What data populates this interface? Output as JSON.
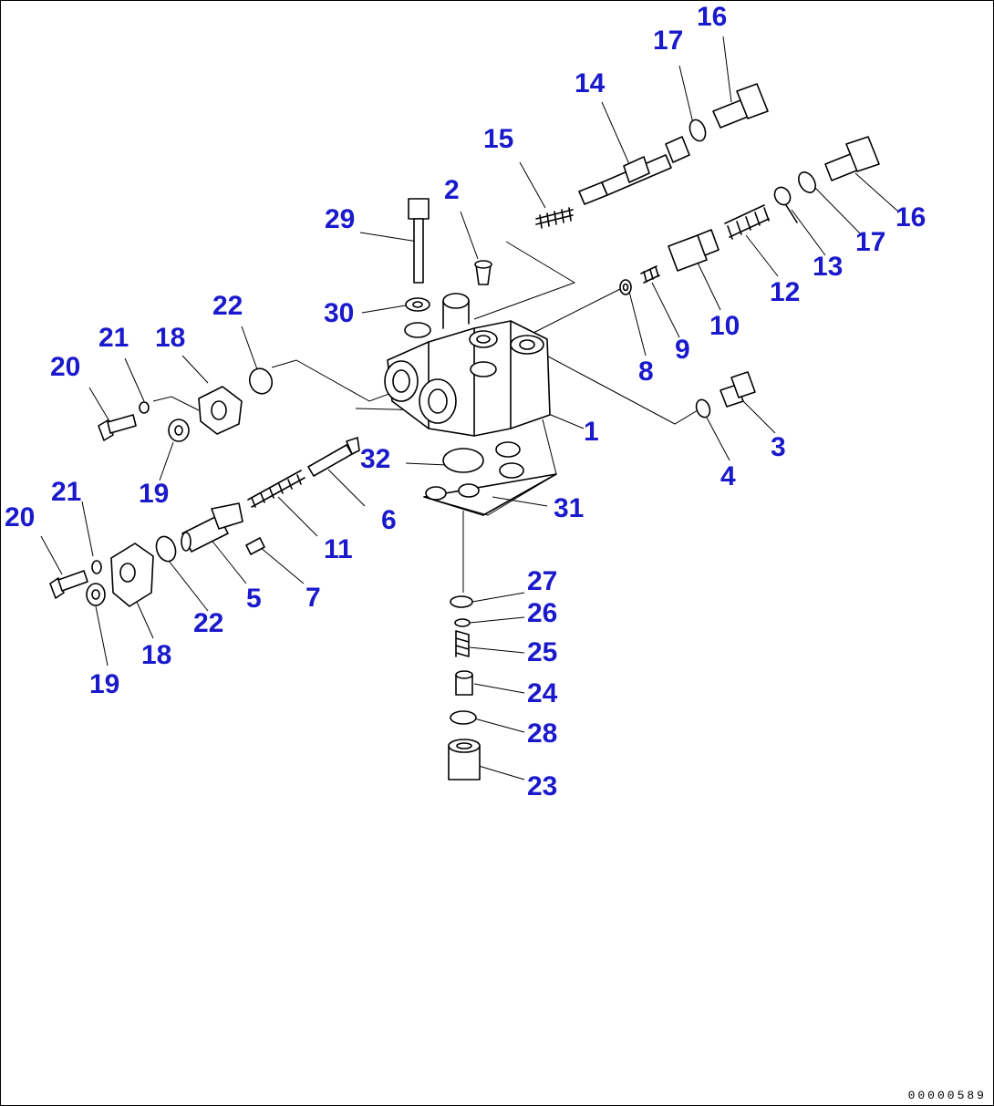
{
  "callouts": {
    "c1": "1",
    "c2": "2",
    "c3": "3",
    "c4": "4",
    "c5": "5",
    "c6": "6",
    "c7": "7",
    "c8": "8",
    "c9": "9",
    "c10": "10",
    "c11": "11",
    "c12": "12",
    "c13": "13",
    "c14": "14",
    "c15": "15",
    "c16a": "16",
    "c16b": "16",
    "c17a": "17",
    "c17b": "17",
    "c18a": "18",
    "c18b": "18",
    "c19a": "19",
    "c19b": "19",
    "c20a": "20",
    "c20b": "20",
    "c21a": "21",
    "c21b": "21",
    "c22a": "22",
    "c22b": "22",
    "c23": "23",
    "c24": "24",
    "c25": "25",
    "c26": "26",
    "c27": "27",
    "c28": "28",
    "c29": "29",
    "c30": "30",
    "c31": "31",
    "c32": "32"
  },
  "drawing_code": "00000589",
  "colors": {
    "callout": "#1a1acc",
    "line": "#000000",
    "background": "#ffffff"
  }
}
